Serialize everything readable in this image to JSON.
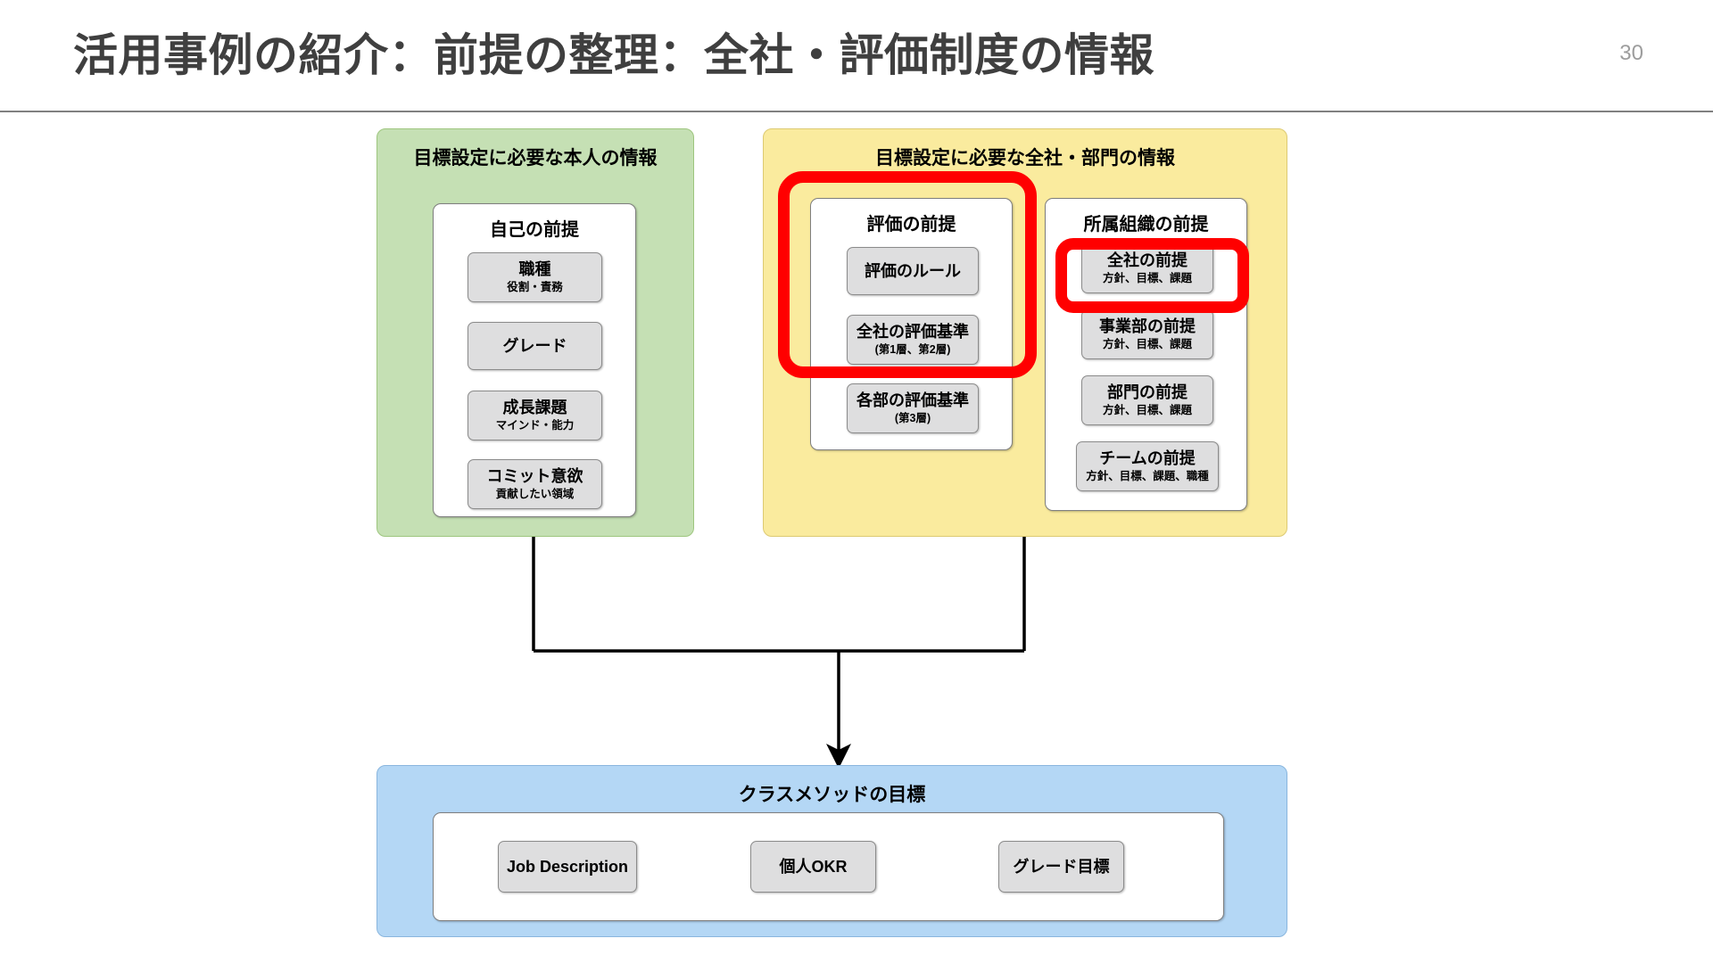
{
  "header": {
    "title": "活用事例の紹介：前提の整理：全社・評価制度の情報",
    "page_number": "30"
  },
  "colors": {
    "title_text": "#3f3f3f",
    "panel_green": "#c5e0b4",
    "panel_yellow": "#faeb9e",
    "panel_blue": "#b4d7f5",
    "chip_grey": "#dededf",
    "highlight_red": "#ff0000",
    "connector_black": "#000000"
  },
  "panels": {
    "self_info": {
      "title": "目標設定に必要な本人の情報",
      "card": {
        "title": "自己の前提",
        "items": [
          {
            "main": "職種",
            "sub": "役割・責務"
          },
          {
            "main": "グレード",
            "sub": ""
          },
          {
            "main": "成長課題",
            "sub": "マインド・能力"
          },
          {
            "main": "コミット意欲",
            "sub": "貢献したい領域"
          }
        ]
      }
    },
    "company_info": {
      "title": "目標設定に必要な全社・部門の情報",
      "cards": [
        {
          "title": "評価の前提",
          "items": [
            {
              "main": "評価のルール",
              "sub": ""
            },
            {
              "main": "全社の評価基準",
              "sub": "(第1層、第2層)"
            },
            {
              "main": "各部の評価基準",
              "sub": "(第3層)"
            }
          ]
        },
        {
          "title": "所属組織の前提",
          "items": [
            {
              "main": "全社の前提",
              "sub": "方針、目標、課題"
            },
            {
              "main": "事業部の前提",
              "sub": "方針、目標、課題"
            },
            {
              "main": "部門の前提",
              "sub": "方針、目標、課題"
            },
            {
              "main": "チームの前提",
              "sub": "方針、目標、課題、職種"
            }
          ]
        }
      ]
    },
    "goals": {
      "title": "クラスメソッドの目標",
      "items": [
        {
          "main": "Job Description",
          "sub": ""
        },
        {
          "main": "個人OKR",
          "sub": ""
        },
        {
          "main": "グレード目標",
          "sub": ""
        }
      ]
    }
  },
  "highlights": [
    {
      "name": "評価の前提",
      "label": "evaluation-premise-highlight"
    },
    {
      "name": "全社の前提",
      "label": "company-premise-highlight"
    }
  ]
}
